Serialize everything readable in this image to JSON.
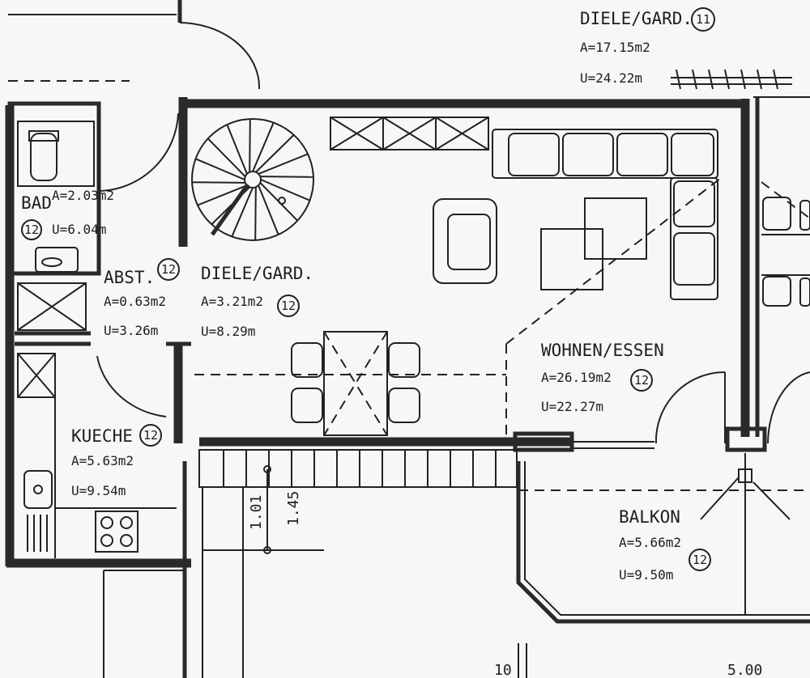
{
  "rooms": {
    "diele_top": {
      "name": "DIELE/GARD.",
      "area": "A=17.15m2",
      "perimeter": "U=24.22m",
      "badge": "11"
    },
    "bad": {
      "name": "BAD",
      "area": "A=2.03m2",
      "perimeter": "U=6.04m",
      "badge": "12"
    },
    "abst": {
      "name": "ABST.",
      "area": "A=0.63m2",
      "perimeter": "U=3.26m",
      "badge": "12"
    },
    "diele": {
      "name": "DIELE/GARD.",
      "area": "A=3.21m2",
      "perimeter": "U=8.29m",
      "badge": "12"
    },
    "wohnen": {
      "name": "WOHNEN/ESSEN",
      "area": "A=26.19m2",
      "perimeter": "U=22.27m",
      "badge": "12"
    },
    "kueche": {
      "name": "KUECHE",
      "area": "A=5.63m2",
      "perimeter": "U=9.54m",
      "badge": "12"
    },
    "balkon": {
      "name": "BALKON",
      "area": "A=5.66m2",
      "perimeter": "U=9.50m",
      "badge": "12"
    }
  },
  "dimensions": {
    "d1": "1.01",
    "d2": "1.45",
    "bottom_right": "5.00",
    "bottom_left": "10"
  },
  "colors": {
    "line": "#2a2a2a",
    "paper": "#f7f7f5"
  }
}
